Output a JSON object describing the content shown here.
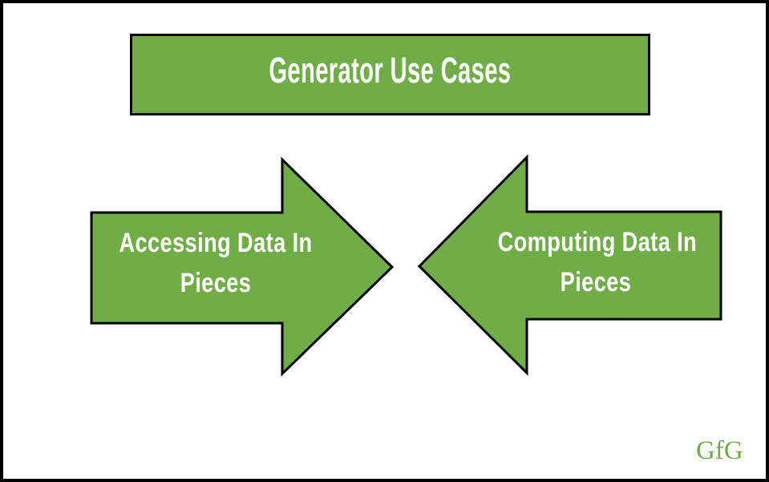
{
  "diagram": {
    "title": "Generator Use Cases",
    "watermark": "GfG",
    "colors": {
      "shape_fill": "#70AD47",
      "shape_border": "#000000",
      "label_text": "#ffffff",
      "watermark_text": "#70A94E",
      "page_background": "#ffffff",
      "page_border": "#000000"
    },
    "arrows": {
      "left": {
        "direction": "right",
        "lines": [
          "Accessing Data In",
          "Pieces"
        ]
      },
      "right": {
        "direction": "left",
        "lines": [
          "Computing Data In",
          "Pieces"
        ]
      }
    }
  }
}
